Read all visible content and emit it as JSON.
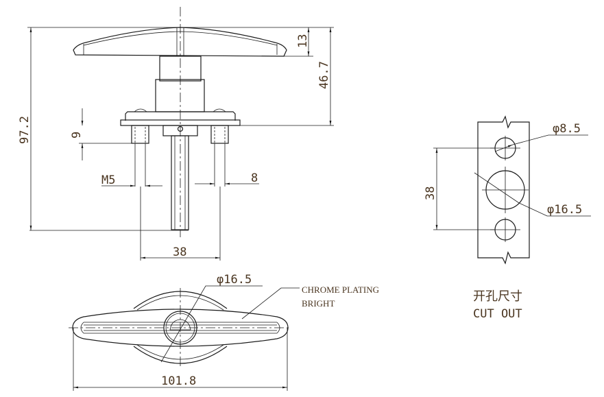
{
  "front_view": {
    "dim_handle_height": "13",
    "dim_upper_height": "46.7",
    "dim_total_height": "97.2",
    "dim_stud_length": "9",
    "dim_thread": "M5",
    "dim_stud_offset": "8",
    "dim_stud_spacing": "38"
  },
  "cutout_view": {
    "dim_small_hole": "φ8.5",
    "dim_large_hole": "φ16.5",
    "dim_hole_spacing": "38",
    "title_cn": "开孔尺寸",
    "title_en": "CUT OUT"
  },
  "top_view": {
    "dim_diameter": "φ16.5",
    "note_line1": "CHROME PLATING",
    "note_line2": "BRIGHT",
    "dim_width": "101.8"
  },
  "colors": {
    "line": "#1a1a1a",
    "text": "#4a3520"
  }
}
